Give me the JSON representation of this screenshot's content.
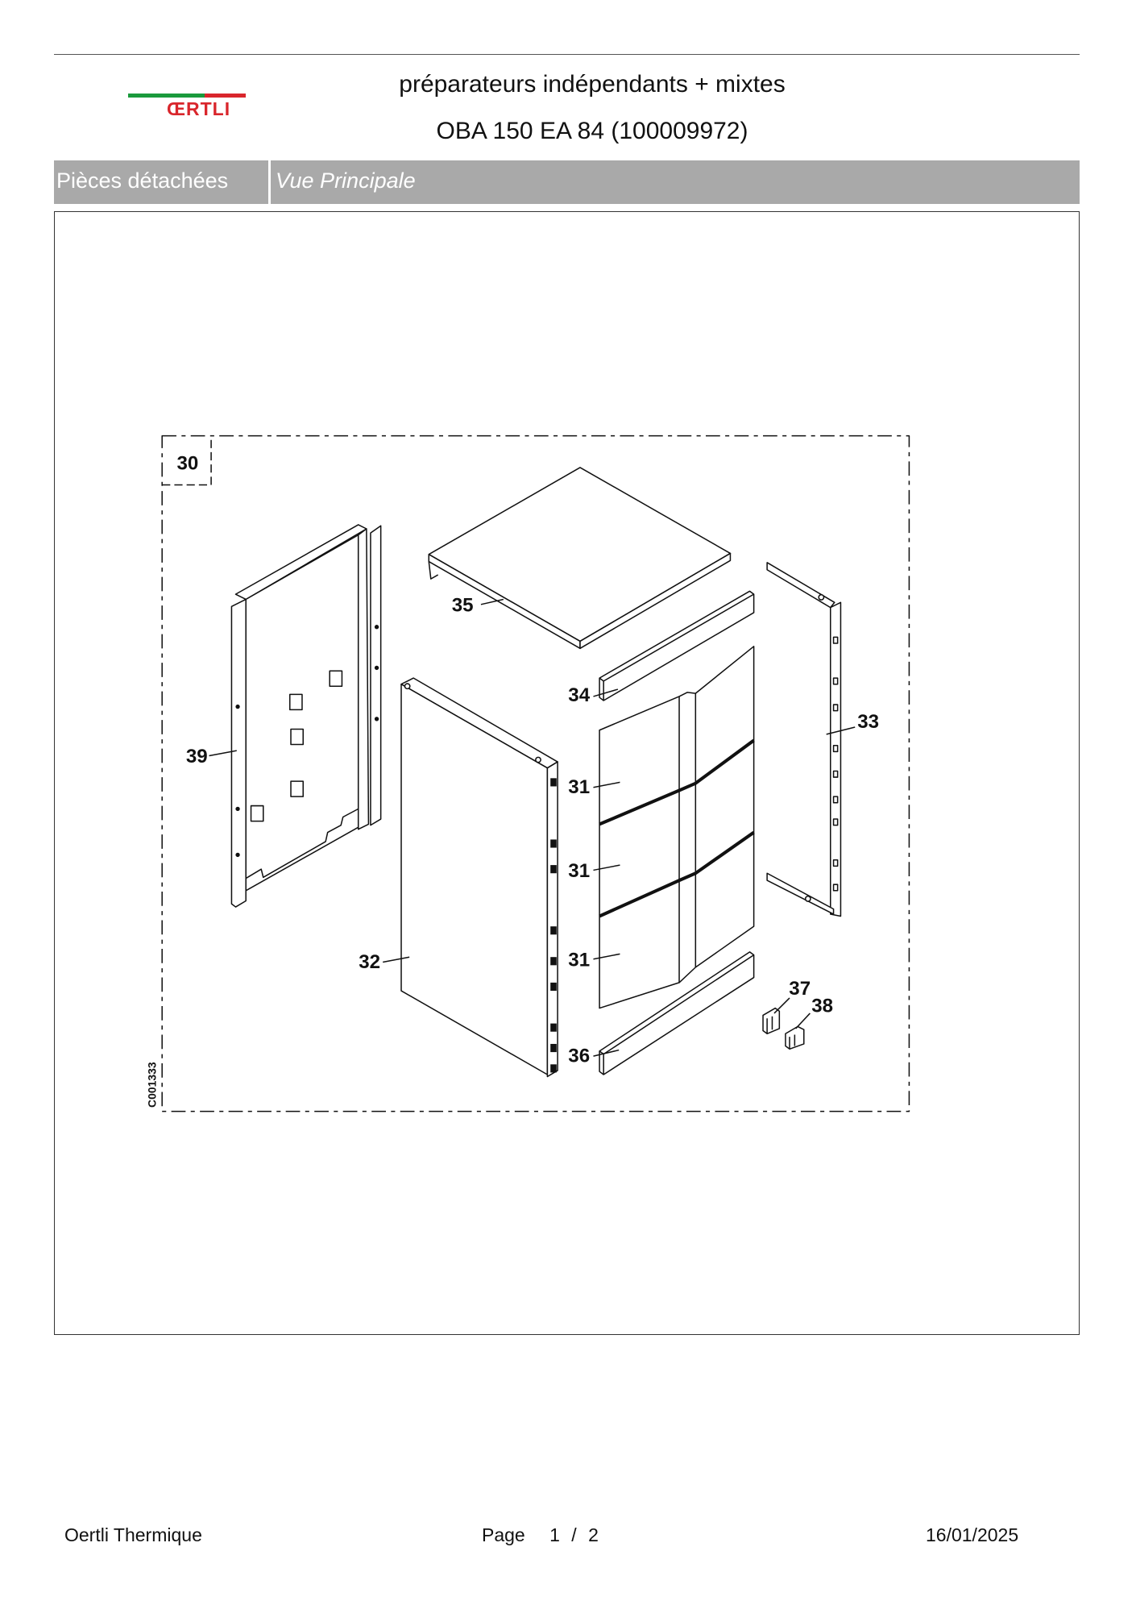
{
  "header": {
    "logo_text": "ŒRTLI",
    "title": "préparateurs indépendants + mixtes",
    "subtitle": "OBA 150 EA 84 (100009972)"
  },
  "section_bar": {
    "left_label": "Pièces détachées",
    "right_label": "Vue Principale"
  },
  "diagram": {
    "callouts": [
      "30",
      "35",
      "34",
      "39",
      "33",
      "31",
      "31",
      "31",
      "32",
      "37",
      "38",
      "36"
    ],
    "drawing_code": "C001333"
  },
  "footer": {
    "company": "Oertli Thermique",
    "page_label": "Page",
    "page_current": "1",
    "page_separator": "/",
    "page_total": "2",
    "date": "16/01/2025"
  },
  "colors": {
    "logo_green": "#1a9a3c",
    "logo_red": "#d9262c",
    "section_bar": "#a9a9a9"
  }
}
